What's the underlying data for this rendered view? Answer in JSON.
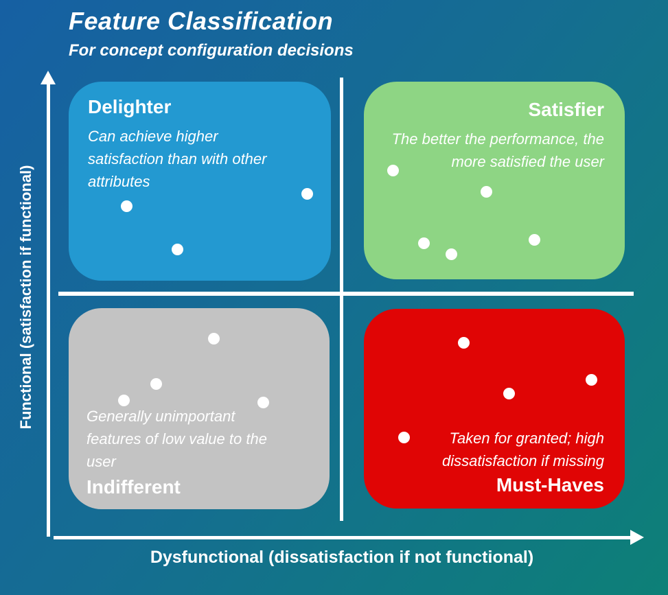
{
  "header": {
    "title": "Feature Classification",
    "subtitle": "For concept configuration decisions"
  },
  "axes": {
    "y_label": "Functional (satisfaction if functional)",
    "x_label": "Dysfunctional (dissatisfaction if not functional)"
  },
  "colors": {
    "background_top_left": "#1660a3",
    "background_bottom_right": "#0d8077",
    "delighter": "#2399d1",
    "satisfier": "#8ed584",
    "indifferent": "#c3c3c3",
    "must_haves": "#e00505",
    "dot": "#ffffff",
    "text": "#ffffff"
  },
  "quadrants": [
    {
      "id": "delighter",
      "label": "Delighter",
      "description": "Can achieve higher satisfaction than with other attributes",
      "color": "#2399d1",
      "dots": [
        [
          184,
          300
        ],
        [
          258,
          363
        ],
        [
          447,
          282
        ]
      ]
    },
    {
      "id": "satisfier",
      "label": "Satisfier",
      "description": "The better the performance, the more satisfied the user",
      "color": "#8ed584",
      "dots": [
        [
          572,
          248
        ],
        [
          708,
          279
        ],
        [
          617,
          354
        ],
        [
          657,
          370
        ],
        [
          778,
          349
        ]
      ]
    },
    {
      "id": "indifferent",
      "label": "Indifferent",
      "description": "Generally unimportant features of low value to the user",
      "color": "#c3c3c3",
      "dots": [
        [
          311,
          493
        ],
        [
          227,
          559
        ],
        [
          180,
          583
        ],
        [
          383,
          586
        ]
      ]
    },
    {
      "id": "must_haves",
      "label": "Must-Haves",
      "description": "Taken for granted; high dissatisfaction if missing",
      "color": "#e00505",
      "dots": [
        [
          675,
          499
        ],
        [
          741,
          573
        ],
        [
          861,
          553
        ],
        [
          588,
          637
        ]
      ]
    }
  ]
}
